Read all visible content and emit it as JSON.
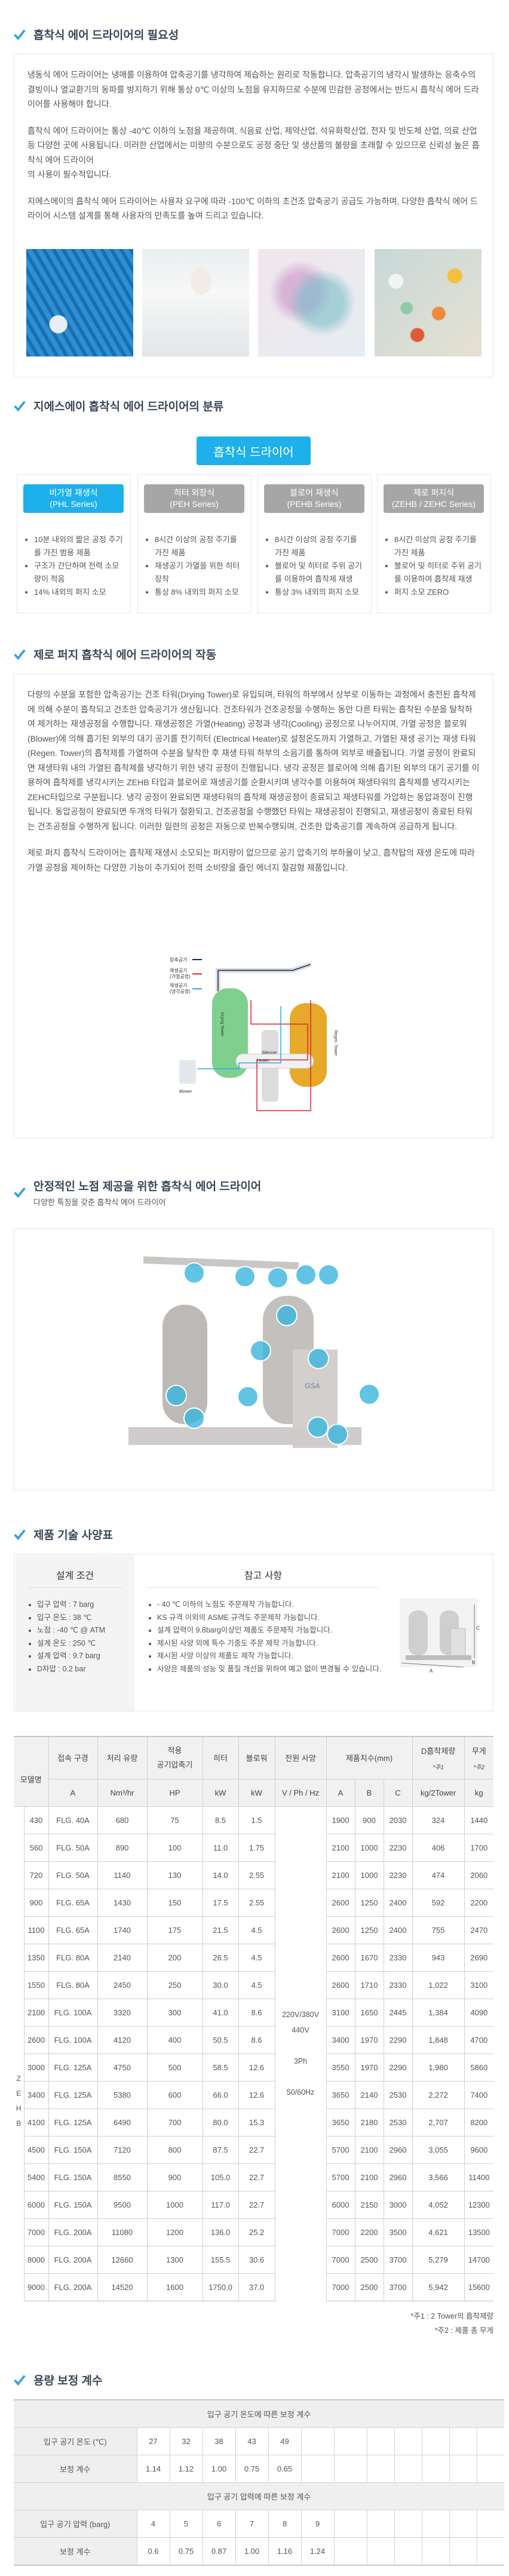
{
  "colors": {
    "accent": "#1eb0ea",
    "inactive": "#a6a6a6",
    "title": "#3b4759",
    "check": "#2ea3dc"
  },
  "necessity": {
    "title": "흡착식 에어 드라이어의 필요성",
    "paragraphs": [
      "냉동식 에어 드라이어는 냉매를 이용하여 압축공기를 냉각하여 제습하는 원리로 작동합니다. 압축공기의 냉각시 발생하는 응축수의 결빙이나 열교환기의 동파를 방지하기 위해 통상 0℃ 이상의 노점을 유지하므로 수분에 민감한 공정에서는 반드시 흡착식 에어 드라이어를 사용해야 합니다.",
      "흡착식 에어 드라이어는 통상 -40℃ 이하의 노점을 제공하며, 식음료 산업, 제약산업, 석유화학산업, 전자 및 반도체 산업, 의료 산업 등 다양한 곳에 사용됩니다. 이러한 산업에서는 미량의 수분으로도 공정 중단 및 생산품의 불량을 초래할 수 있으므로 신뢰성 높은 흡착식 에어 드라이어\n의 사용이 필수적입니다.",
      "지에스에이의 흡착식 에어 드라이어는 사용자 요구에 따라 -100℃ 이하의 초건조 압축공기 공급도 가능하며, 다양한 흡착식 에어 드라이어 시스템 설계를 통해 사용자의 만족도를 높여 드리고 있습니다."
    ],
    "photos": [
      "circuit-board-photo",
      "laboratory-microscope-photo",
      "petri-dish-photo",
      "pills-photo"
    ]
  },
  "classification": {
    "title": "지에스에이 흡착식 에어 드라이어의 분류",
    "root": "흡착식 드라이어",
    "cards": [
      {
        "name": "비가열 재생식",
        "series": "(PHL Series)",
        "active": true,
        "bullets": [
          "10분 내외의 짧은 공정 주기를 가진 범용 제품",
          "구조가 간단하며 전력 소모량이 적음",
          "14% 내외의 퍼지 소모"
        ]
      },
      {
        "name": "히터 외장식",
        "series": "(PEH Series)",
        "active": false,
        "bullets": [
          "8시간 이상의 공정 주기를 가진 제품",
          "재생공기 가열을 위한 히터 장착",
          "통상 8% 내외의 퍼지 소모"
        ]
      },
      {
        "name": "블로어 재생식",
        "series": "(PEHB Series)",
        "active": false,
        "bullets": [
          "8시간 이상의 공정 주기를 가진 제품",
          "블로어 및 히터로 주위 공기를 이용하여 흡착제 재생",
          "통상 3% 내외의 퍼지 소모"
        ]
      },
      {
        "name": "제로 퍼지식",
        "series": "(ZEHB / ZEHC Series)",
        "active": false,
        "bullets": [
          "8시간 이상의 공정 주기를 가진 제품",
          "블로어 및 히터로 주위 공기를 이용하여 흡착제 재생",
          "퍼지 소모 ZERO"
        ]
      }
    ]
  },
  "operation": {
    "title": "제로 퍼지 흡착식 에어 드라이어의 작동",
    "paragraphs": [
      "다량의 수분을 포함한 압축공기는 건조 타워(Drying Tower)로 유입되며, 타워의 하부에서 상부로 이동하는 과정에서 충전된 흡착제에 의해 수분이 흡착되고 건조한 압축공기가 생산됩니다. 건조타워가 건조공정을 수행하는 동안 다른 타워는 흡착된 수분을 탈착하여 제거하는 재생공정을 수행합니다. 재생공정은 가열(Heating) 공정과 냉각(Cooling) 공정으로 나누어지며, 가열 공정은 블로워(Blower)에 의해 흡기된 외부의 대기 공기를 전기히터 (Electrical Heater)로 설정온도까지 가열하고, 가열된 재생 공기는 재생 타워(Regen. Tower)의 흡착제를 가열하여 수분을 탈착한 후 재생 타워 하부의 소음기를 통하여 외부로 배출됩니다. 가열 공정이 완료되면 재생타워 내의 가열된 흡착제를 냉각하기 위한 냉각 공정이 진행됩니다. 냉각 공정은 블로어에 의해 흡기된 외부의 대기 공기를 이용하여 흡착제를 냉각시키는 ZEHB 타입과 블로어로 재생공기를 순환시키며 냉각수를 이용하여 재생타워의 흡착제를 냉각시키는 ZEHC타입으로 구분됩니다. 냉각 공정이 완료되면 재생타워의 흡착제 재생공정이 종료되고 재생타워를 가압하는 동압과정이 진행됩니다. 동압공정이 완료되면 두개의 타워가 절환되고, 건조공정을 수행했던 타워는 재생공정이 진행되고, 재생공정이 종료된 타워는 건조공정을 수행하게 됩니다. 이러한 일련의 공정은 자동으로 반복수행되며, 건조한 압축공기를 계속하여 공급하게 됩니다.",
      "제로 퍼지 흡착식 드라이어는 흡착제 재생시 소모되는 퍼지량이 없으므로 공기 압축기의 부하율이 낮고, 흡착탑의 재생 온도에 따라 가열 공정을 제어하는 다양한 기능이 추가되어 전력 소비량을 줄인 에너지 절감형 제품입니다."
    ],
    "diagram": {
      "legend": [
        {
          "label": "압축공기",
          "sub": "",
          "color": "#0d2a5c"
        },
        {
          "label": "재생공기",
          "sub": "(가열공정)",
          "color": "#e0262e"
        },
        {
          "label": "재생공기",
          "sub": "(냉각공정)",
          "color": "#2ea9e0"
        }
      ],
      "labels": {
        "drying": "Drying Tower",
        "regen": "Regen. Tower",
        "heater": "Heater",
        "silencer": "Silencer",
        "blower": "Blower"
      }
    }
  },
  "stable": {
    "title": "안정적인 노점 제공을 위한 흡착식 에어 드라이어",
    "subtitle": "다양한 특징을 갖춘 흡착식 에어 드라이어",
    "logo": "GSA"
  },
  "spec": {
    "title": "제품 기술 사양표",
    "design_title": "설계 조건",
    "design": [
      "입구 압력 : 7 barg",
      "입구 온도 : 38 ℃",
      "노점 : -40 ℃ @ ATM",
      "설계 온도 : 250 ℃",
      "설계 압력 : 9.7 barg",
      "D차압 : 0.2 bar"
    ],
    "notes_title": "참고 사항",
    "notes": [
      "- 40 ℃ 이하의 노점도 주문제작 가능합니다.",
      "KS 규격 이외의 ASME 규격도 주문제작 가능합니다.",
      "설계 압력이 9.8barg이상인 제품도 주문제작 가능합니다.",
      "제시된 사양 외에 특수 기종도 주문 제작 가능합니다.",
      "제시된 사양 이상의 제품도 제작 가능합니다.",
      "사양은 제품의 성능 및 품질 개선을 위하여 예고 없이 변경될 수 있습니다."
    ],
    "dim_labels": [
      "A",
      "B",
      "C"
    ]
  },
  "table": {
    "headers": {
      "model": "모델명",
      "conn": "접속 구경",
      "flow": "처리 유량",
      "comp": "적용\n공기압축기",
      "heater": "히터",
      "blower": "블로워",
      "power": "전원 사양",
      "dims": "제품치수(mm)",
      "desiccant": "D흡착제량",
      "desiccant_note": "*주1",
      "weight": "무게",
      "weight_note": "*주2"
    },
    "units": [
      "A",
      "Nm³/hr",
      "HP",
      "kW",
      "kW",
      "V / Ph / Hz",
      "A",
      "B",
      "C",
      "kg/2Tower",
      "kg"
    ],
    "series": [
      "Z",
      "E",
      "H",
      "B"
    ],
    "power": [
      "220V/380V",
      "440V",
      "",
      "3Ph",
      "",
      "50/60Hz"
    ],
    "rows": [
      [
        "430",
        "FLG. 40A",
        "680",
        "75",
        "8.5",
        "1.5",
        "1900",
        "900",
        "2030",
        "324",
        "1440"
      ],
      [
        "560",
        "FLG. 50A",
        "890",
        "100",
        "11.0",
        "1.75",
        "2100",
        "1000",
        "2230",
        "406",
        "1700"
      ],
      [
        "720",
        "FLG. 50A",
        "1140",
        "130",
        "14.0",
        "2.55",
        "2100",
        "1000",
        "2230",
        "474",
        "2060"
      ],
      [
        "900",
        "FLG. 65A",
        "1430",
        "150",
        "17.5",
        "2.55",
        "2600",
        "1250",
        "2400",
        "592",
        "2200"
      ],
      [
        "1100",
        "FLG. 65A",
        "1740",
        "175",
        "21.5",
        "4.5",
        "2600",
        "1250",
        "2400",
        "755",
        "2470"
      ],
      [
        "1350",
        "FLG. 80A",
        "2140",
        "200",
        "26.5",
        "4.5",
        "2600",
        "1670",
        "2330",
        "943",
        "2690"
      ],
      [
        "1550",
        "FLG. 80A",
        "2450",
        "250",
        "30.0",
        "4.5",
        "2600",
        "1710",
        "2330",
        "1,022",
        "3100"
      ],
      [
        "2100",
        "FLG. 100A",
        "3320",
        "300",
        "41.0",
        "8.6",
        "3100",
        "1650",
        "2445",
        "1,384",
        "4090"
      ],
      [
        "2600",
        "FLG. 100A",
        "4120",
        "400",
        "50.5",
        "8.6",
        "3400",
        "1970",
        "2290",
        "1,848",
        "4700"
      ],
      [
        "3000",
        "FLG. 125A",
        "4750",
        "500",
        "58.5",
        "12.6",
        "3550",
        "1970",
        "2290",
        "1,980",
        "5860"
      ],
      [
        "3400",
        "FLG. 125A",
        "5380",
        "600",
        "66.0",
        "12.6",
        "3650",
        "2140",
        "2530",
        "2,272",
        "7400"
      ],
      [
        "4100",
        "FLG. 125A",
        "6490",
        "700",
        "80.0",
        "15.3",
        "3650",
        "2180",
        "2530",
        "2,707",
        "8200"
      ],
      [
        "4500",
        "FLG. 150A",
        "7120",
        "800",
        "87.5",
        "22.7",
        "5700",
        "2100",
        "2960",
        "3,055",
        "9600"
      ],
      [
        "5400",
        "FLG. 150A",
        "8550",
        "900",
        "105.0",
        "22.7",
        "5700",
        "2100",
        "2960",
        "3,566",
        "11400"
      ],
      [
        "6000",
        "FLG. 150A",
        "9500",
        "1000",
        "117.0",
        "22.7",
        "6000",
        "2150",
        "3000",
        "4,052",
        "12300"
      ],
      [
        "7000",
        "FLG. 200A",
        "11080",
        "1200",
        "136.0",
        "25.2",
        "7000",
        "2200",
        "3500",
        "4,621",
        "13500"
      ],
      [
        "8000",
        "FLG. 200A",
        "12660",
        "1300",
        "155.5",
        "30.6",
        "7000",
        "2500",
        "3700",
        "5,279",
        "14700"
      ],
      [
        "9000",
        "FLG. 200A",
        "14520",
        "1600",
        "1750.0",
        "37.0",
        "7000",
        "2500",
        "3700",
        "5,942",
        "15600"
      ]
    ],
    "footnotes": [
      "*주1 : 2 Tower의 흡착제량",
      "*주2 : 제품 총 무게"
    ]
  },
  "correction": {
    "title": "용량 보정 계수",
    "temp_title": "입구 공기 온도에 따른 보정 계수",
    "temp_label": "입구 공기 온도 (℃)",
    "temp_values": [
      "27",
      "32",
      "38",
      "43",
      "49"
    ],
    "temp_factor_label": "보정 계수",
    "temp_factors": [
      "1.14",
      "1.12",
      "1.00",
      "0.75",
      "0.65"
    ],
    "press_title": "입구 공기 압력에 따른 보정 계수",
    "press_label": "입구 공기 압력 (barg)",
    "press_values": [
      "4",
      "5",
      "6",
      "7",
      "8",
      "9"
    ],
    "press_factor_label": "보정 계수",
    "press_factors": [
      "0.6",
      "0.75",
      "0.87",
      "1.00",
      "1.16",
      "1.24"
    ]
  }
}
